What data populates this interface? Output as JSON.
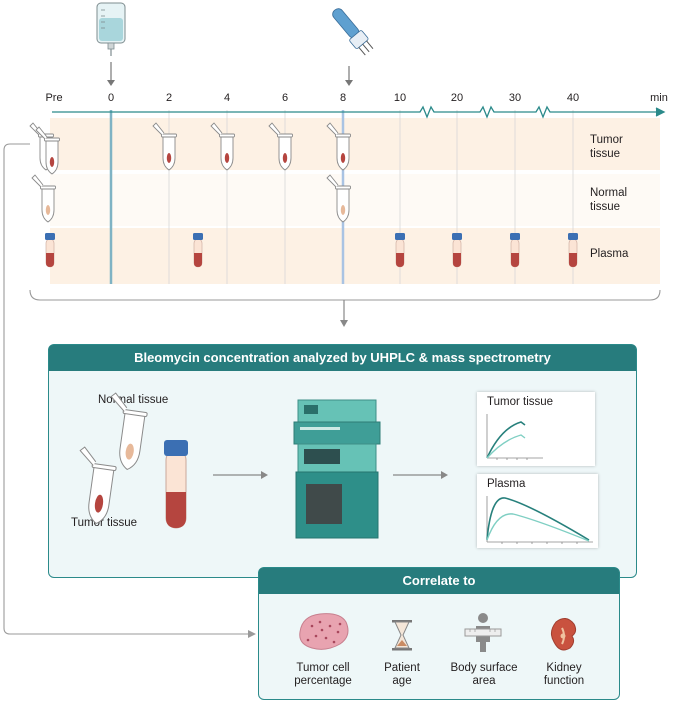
{
  "timeline": {
    "ticks": [
      "Pre",
      "0",
      "2",
      "4",
      "6",
      "8",
      "10",
      "20",
      "30",
      "40"
    ],
    "unit": "min"
  },
  "rows": {
    "tumor": [
      "Tumor",
      "tissue"
    ],
    "normal": [
      "Normal",
      "tissue"
    ],
    "plasma": "Plasma"
  },
  "analysis": {
    "title": "Bleomycin concentration analyzed by UHPLC & mass spectrometry",
    "normal_label": "Normal tissue",
    "tumor_label": "Tumor tissue",
    "chart_tumor_title": "Tumor tissue",
    "chart_plasma_title": "Plasma"
  },
  "correlate": {
    "title": "Correlate to",
    "items": [
      {
        "icon": "tissue-icon",
        "lines": [
          "Tumor cell",
          "percentage"
        ]
      },
      {
        "icon": "hourglass-icon",
        "lines": [
          "Patient",
          "age"
        ]
      },
      {
        "icon": "person-measure-icon",
        "lines": [
          "Body surface",
          "area"
        ]
      },
      {
        "icon": "kidney-icon",
        "lines": [
          "Kidney",
          "function"
        ]
      }
    ]
  },
  "colors": {
    "teal": "#2b8a8a",
    "teal_dark": "#277c7d",
    "band": "#fdf1e4",
    "blood": "#b5453f",
    "cap_blue": "#3b6fb3"
  }
}
